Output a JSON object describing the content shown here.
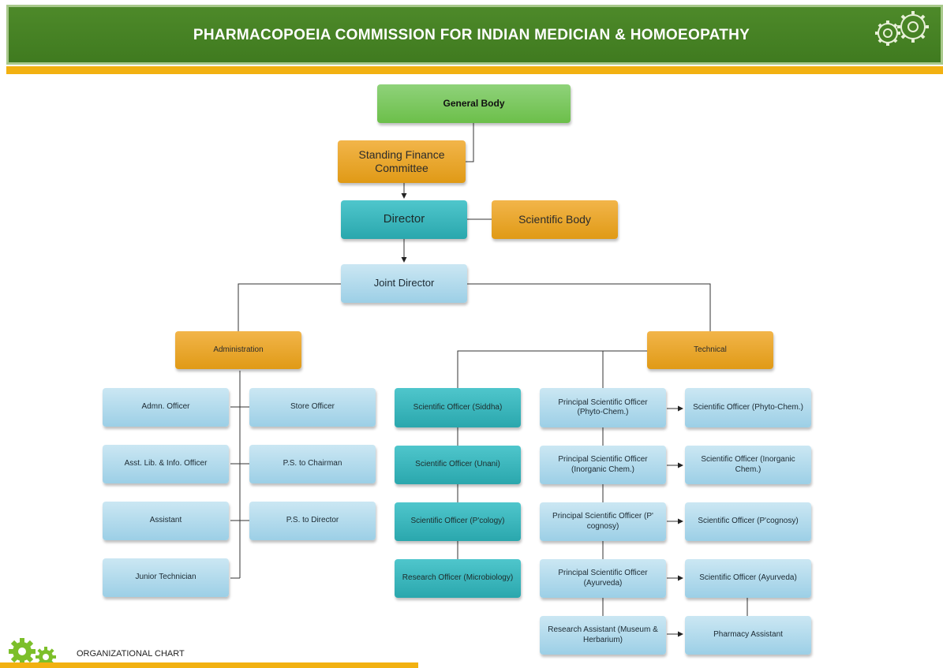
{
  "header": {
    "title": "PHARMACOPOEIA COMMISSION FOR INDIAN MEDICIAN & HOMOEOPATHY"
  },
  "chart": {
    "general_body": "General Body",
    "standing_finance_committee": "Standing Finance Committee",
    "director": "Director",
    "scientific_body": "Scientific Body",
    "joint_director": "Joint Director",
    "administration": "Administration",
    "technical": "Technical",
    "admin_staff": [
      "Admn. Officer",
      "Store Officer",
      "Asst. Lib. & Info. Officer",
      "P.S. to Chairman",
      "Assistant",
      "P.S. to Director",
      "Junior Technician"
    ],
    "scientific_officers": [
      "Scientific Officer (Siddha)",
      "Scientific Officer (Unani)",
      "Scientific Officer (P'cology)",
      "Research Officer (Microbiology)"
    ],
    "principal_scientific_officers": [
      "Principal Scientific Officer (Phyto-Chem.)",
      "Principal Scientific Officer (Inorganic Chem.)",
      "Principal Scientific Officer (P' cognosy)",
      "Principal Scientific Officer (Ayurveda)",
      "Research Assistant (Museum & Herbarium)"
    ],
    "subordinate_officers": [
      "Scientific Officer (Phyto-Chem.)",
      "Scientific Officer (Inorganic Chem.)",
      "Scientific Officer (P'cognosy)",
      "Scientific Officer (Ayurveda)",
      "Pharmacy Assistant"
    ]
  },
  "footer": {
    "label": "ORGANIZATIONAL CHART"
  },
  "colors": {
    "banner_green": "#4e8a2a",
    "accent_yellow": "#f2b111",
    "box_green": "#6cbf4a",
    "box_orange": "#e09a16",
    "box_teal": "#2aa7ad",
    "box_blue": "#9ccfe6"
  },
  "icons": {
    "header": "gears-icon",
    "footer": "gears-icon"
  }
}
